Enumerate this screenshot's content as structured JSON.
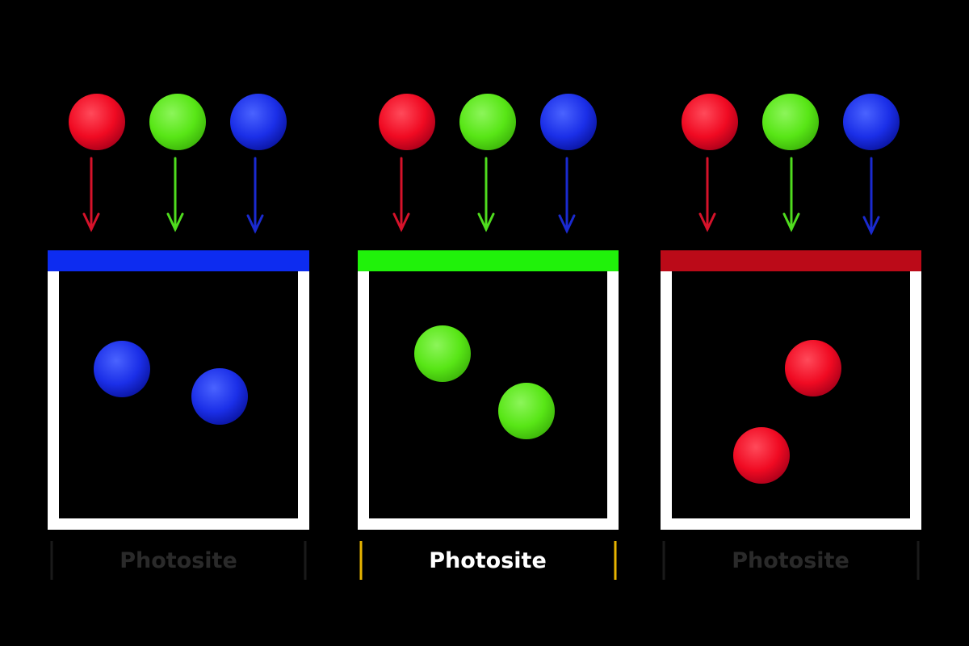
{
  "colors": {
    "background": "#000000",
    "red_ball": "#ff1a2e",
    "green_ball": "#5de81c",
    "blue_ball": "#1c33ff",
    "red_arrow": "#d6122a",
    "green_arrow": "#4fdc1e",
    "blue_arrow": "#1a2ad0",
    "frame": "#ffffff",
    "bracket_highlight": "#e8b400",
    "label_dim": "#2a2a2a",
    "label_active": "#ffffff"
  },
  "panels": [
    {
      "filter_color": "#0d2cf0",
      "captured": "blue",
      "label": "Photosite",
      "active": false
    },
    {
      "filter_color": "#20f20a",
      "captured": "green",
      "label": "Photosite",
      "active": true
    },
    {
      "filter_color": "#bb0a18",
      "captured": "red",
      "label": "Photosite",
      "active": false
    }
  ]
}
